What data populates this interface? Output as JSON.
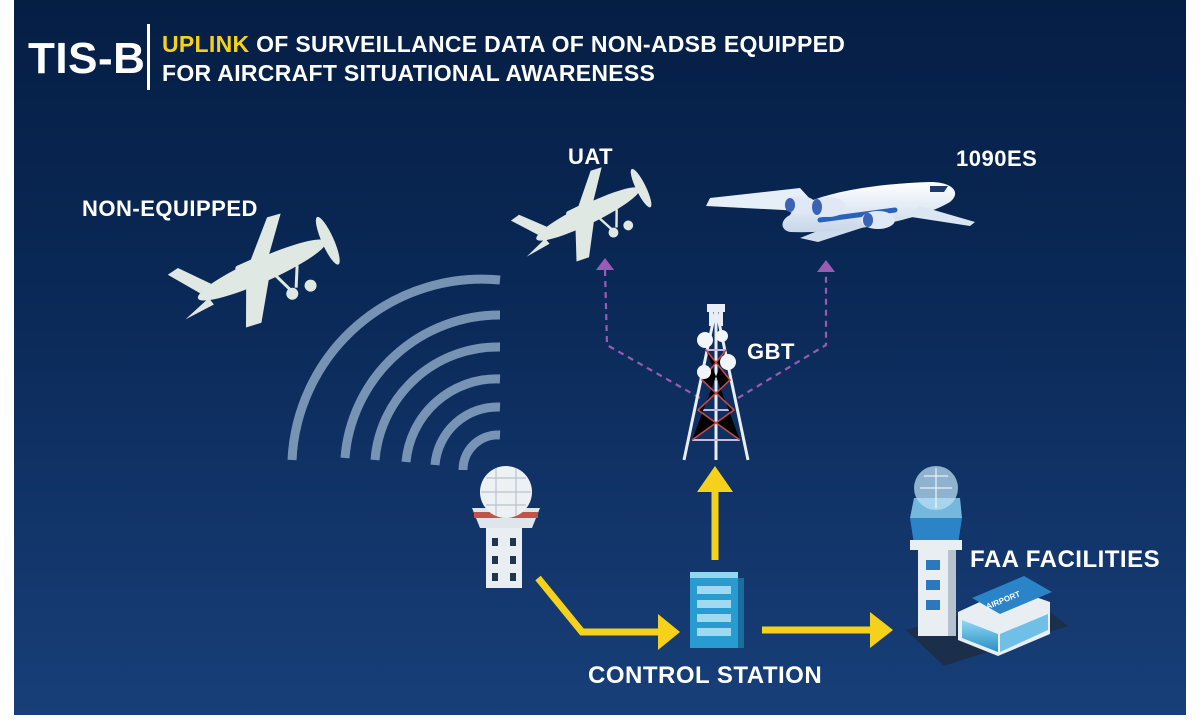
{
  "header": {
    "title": "TIS-B",
    "subtitle_highlight": "UPLINK",
    "subtitle_line1_rest": " OF SURVEILLANCE DATA OF NON-ADSB EQUIPPED",
    "subtitle_line2": "FOR AIRCRAFT SITUATIONAL AWARENESS"
  },
  "labels": {
    "non_equipped": "NON-EQUIPPED",
    "uat": "UAT",
    "es1090": "1090ES",
    "gbt": "GBT",
    "faa": "FAA FACILITIES",
    "control_station": "CONTROL STATION",
    "airport_sign": "AIRPORT"
  },
  "colors": {
    "background_top": "#051e44",
    "background_bottom": "#183f79",
    "highlight_yellow": "#f6d11b",
    "uplink_dashed_purple": "#9a5bb3",
    "aircraft_silhouette": "#dfe8e3"
  }
}
